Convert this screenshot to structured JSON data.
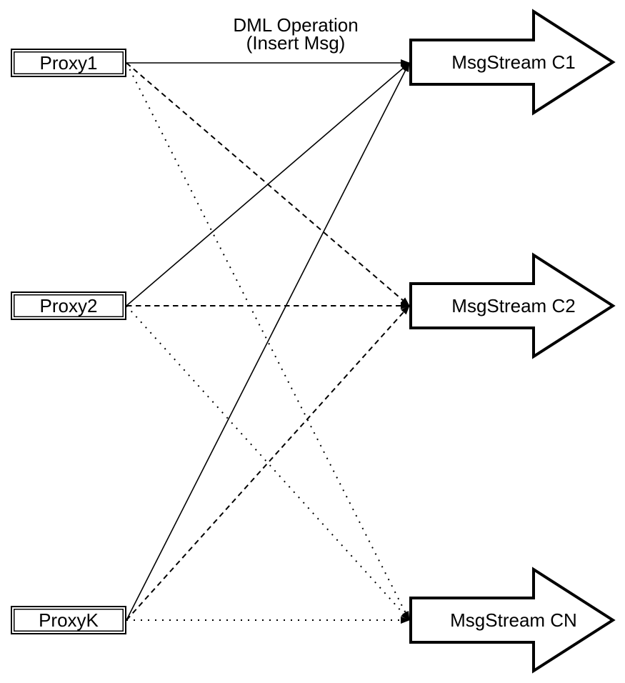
{
  "diagram": {
    "title": {
      "line1": "DML Operation",
      "line2": "(Insert Msg)"
    },
    "proxies": [
      {
        "id": "proxy1",
        "label": "Proxy1"
      },
      {
        "id": "proxy2",
        "label": "Proxy2"
      },
      {
        "id": "proxyk",
        "label": "ProxyK"
      }
    ],
    "streams": [
      {
        "id": "c1",
        "label": "MsgStream C1"
      },
      {
        "id": "c2",
        "label": "MsgStream C2"
      },
      {
        "id": "cn",
        "label": "MsgStream CN"
      }
    ],
    "edges": [
      {
        "from": "Proxy1",
        "to": "MsgStream C1",
        "style": "solid"
      },
      {
        "from": "Proxy1",
        "to": "MsgStream C2",
        "style": "dashed"
      },
      {
        "from": "Proxy1",
        "to": "MsgStream CN",
        "style": "dotted"
      },
      {
        "from": "Proxy2",
        "to": "MsgStream C1",
        "style": "solid"
      },
      {
        "from": "Proxy2",
        "to": "MsgStream C2",
        "style": "dashed"
      },
      {
        "from": "Proxy2",
        "to": "MsgStream CN",
        "style": "dotted"
      },
      {
        "from": "ProxyK",
        "to": "MsgStream C1",
        "style": "solid"
      },
      {
        "from": "ProxyK",
        "to": "MsgStream C2",
        "style": "dashed"
      },
      {
        "from": "ProxyK",
        "to": "MsgStream CN",
        "style": "dotted"
      }
    ],
    "colors": {
      "stroke": "#000000",
      "fill": "#ffffff"
    }
  }
}
